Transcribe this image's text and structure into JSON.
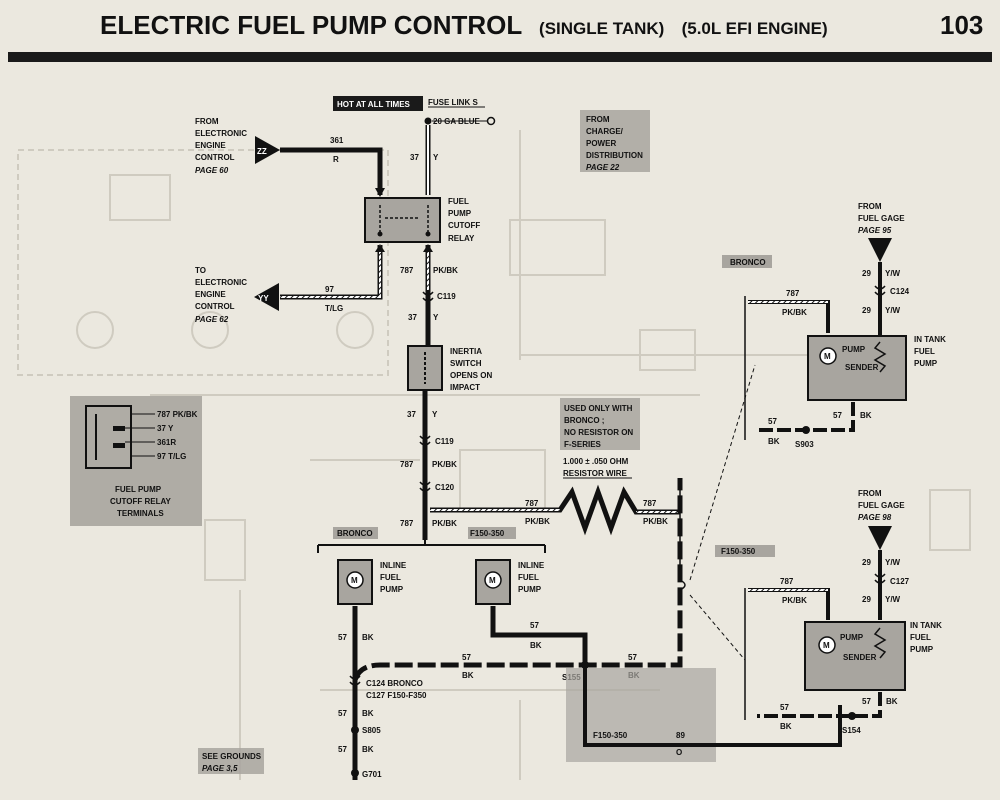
{
  "header": {
    "title": "ELECTRIC FUEL PUMP CONTROL",
    "subtitle_1": "(SINGLE TANK)",
    "subtitle_2": "(5.0L EFI ENGINE)",
    "page_number": "103"
  },
  "labels": {
    "hot_at_all_times": "HOT AT ALL TIMES",
    "fuse_link": "FUSE LINK S",
    "fuse_gauge": "20 GA BLUE",
    "from_eec_1": "FROM",
    "from_eec_2": "ELECTRONIC",
    "from_eec_3": "ENGINE",
    "from_eec_4": "CONTROL",
    "from_eec_page": "PAGE 60",
    "to_eec_1": "TO",
    "to_eec_2": "ELECTRONIC",
    "to_eec_3": "ENGINE",
    "to_eec_4": "CONTROL",
    "to_eec_page": "PAGE 62",
    "from_charge_1": "FROM",
    "from_charge_2": "CHARGE/",
    "from_charge_3": "POWER",
    "from_charge_4": "DISTRIBUTION",
    "from_charge_page": "PAGE 22",
    "relay_1": "FUEL",
    "relay_2": "PUMP",
    "relay_3": "CUTOFF",
    "relay_4": "RELAY",
    "inertia_1": "INERTIA",
    "inertia_2": "SWITCH",
    "inertia_3": "OPENS ON",
    "inertia_4": "IMPACT",
    "used_only_1": "USED ONLY WITH",
    "used_only_2": "BRONCO ;",
    "used_only_3": "NO RESISTOR ON",
    "used_only_4": "F-SERIES",
    "resistor_1": "1.000 ± .050 OHM",
    "resistor_2": "RESISTOR WIRE",
    "bronco": "BRONCO",
    "f150_350": "F150-350",
    "inline_1": "INLINE",
    "inline_2": "FUEL",
    "inline_3": "PUMP",
    "in_tank_1": "IN TANK",
    "in_tank_2": "FUEL",
    "in_tank_3": "PUMP",
    "pump": "PUMP",
    "sender": "SENDER",
    "from_fuel_gage": "FROM",
    "fuel_gage": "FUEL GAGE",
    "fuel_gage_page_1": "PAGE 95",
    "fuel_gage_page_2": "PAGE 98",
    "relay_terminals_1": "FUEL PUMP",
    "relay_terminals_2": "CUTOFF RELAY",
    "relay_terminals_3": "TERMINALS",
    "see_grounds_1": "SEE GROUNDS",
    "see_grounds_2": "PAGE 3,5",
    "c124_bronco": "C124 BRONCO",
    "c127_f150": "C127 F150-F350",
    "zz": "ZZ",
    "yy": "YY",
    "motor": "M"
  },
  "relay_terminal_list": [
    "787 PK/BK",
    "37 Y",
    "361R",
    "97 T/LG"
  ],
  "wires": {
    "w361": "361",
    "r": "R",
    "w37": "37",
    "y": "Y",
    "w97": "97",
    "tlg": "T/LG",
    "w787": "787",
    "pkbk": "PK/BK",
    "w57": "57",
    "bk": "BK",
    "w29": "29",
    "yw": "Y/W",
    "w89": "89",
    "o": "O"
  },
  "connectors": {
    "c119": "C119",
    "c120": "C120",
    "c124": "C124",
    "c127": "C127",
    "s155": "S155",
    "s805": "S805",
    "s903": "S903",
    "s154": "S154",
    "g701": "G701"
  },
  "colors": {
    "ink": "#111111",
    "paper": "#ebe8df",
    "shade": "#a8a59f",
    "header_bar": "#1a1a1a"
  }
}
